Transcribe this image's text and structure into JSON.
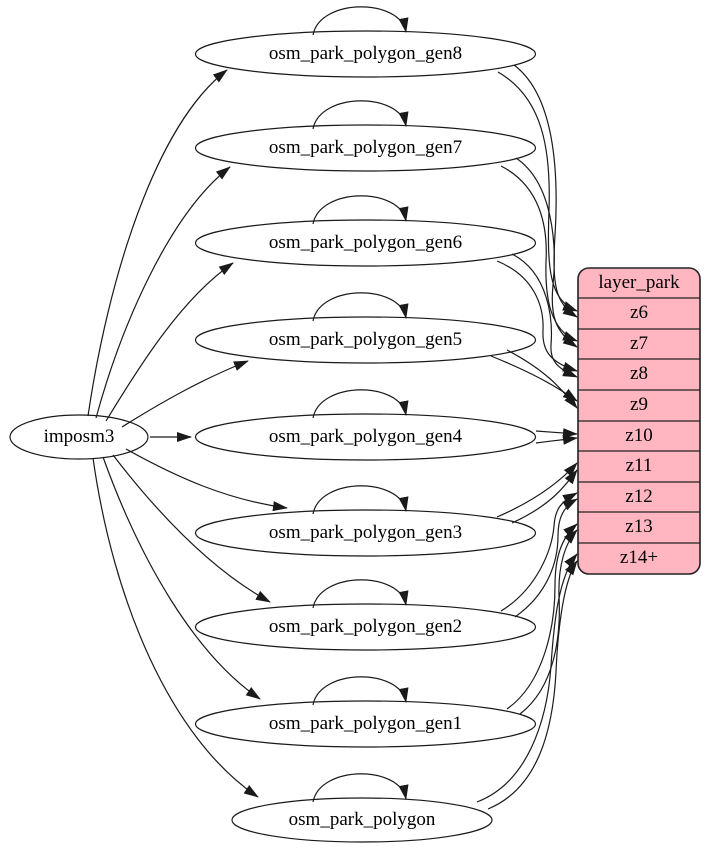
{
  "diagram": {
    "source_node": {
      "label": "imposm3"
    },
    "table_nodes": [
      {
        "id": "gen8",
        "label": "osm_park_polygon_gen8",
        "maps_to": "z6"
      },
      {
        "id": "gen7",
        "label": "osm_park_polygon_gen7",
        "maps_to": "z7"
      },
      {
        "id": "gen6",
        "label": "osm_park_polygon_gen6",
        "maps_to": "z8"
      },
      {
        "id": "gen5",
        "label": "osm_park_polygon_gen5",
        "maps_to": "z9"
      },
      {
        "id": "gen4",
        "label": "osm_park_polygon_gen4",
        "maps_to": "z10"
      },
      {
        "id": "gen3",
        "label": "osm_park_polygon_gen3",
        "maps_to": "z11"
      },
      {
        "id": "gen2",
        "label": "osm_park_polygon_gen2",
        "maps_to": "z12"
      },
      {
        "id": "gen1",
        "label": "osm_park_polygon_gen1",
        "maps_to": "z13"
      },
      {
        "id": "polygon",
        "label": "osm_park_polygon",
        "maps_to": "z14+"
      }
    ],
    "layer_table": {
      "title": "layer_park",
      "rows": [
        "z6",
        "z7",
        "z8",
        "z9",
        "z10",
        "z11",
        "z12",
        "z13",
        "z14+"
      ]
    },
    "colors": {
      "background": "#ffffff",
      "node_fill": "#ffffff",
      "table_fill": "#ffb6c1",
      "edge": "#1a1a1a",
      "text": "#000000"
    }
  }
}
